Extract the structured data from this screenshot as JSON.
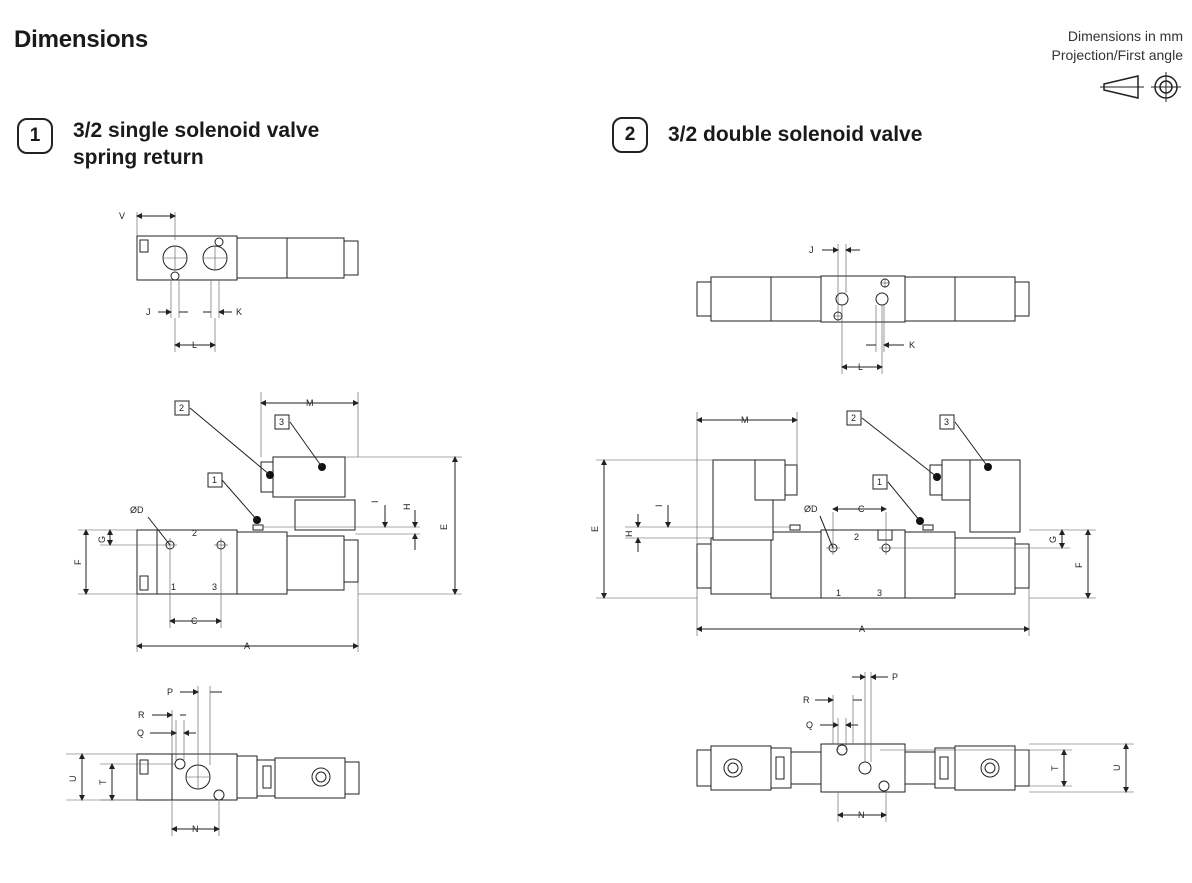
{
  "header": {
    "title": "Dimensions",
    "units_line1": "Dimensions in mm",
    "units_line2": "Projection/First angle"
  },
  "sections": [
    {
      "number": "1",
      "title_line1": "3/2 single solenoid valve",
      "title_line2": "spring return"
    },
    {
      "number": "2",
      "title_line1": "3/2 double solenoid valve"
    }
  ],
  "dimension_labels": {
    "A": "A",
    "C": "C",
    "D": "ØD",
    "E": "E",
    "F": "F",
    "G": "G",
    "H": "H",
    "I": "I",
    "J": "J",
    "K": "K",
    "L": "L",
    "M": "M",
    "N": "N",
    "P": "P",
    "Q": "Q",
    "R": "R",
    "T": "T",
    "U": "U",
    "V": "V"
  },
  "callouts": [
    "1",
    "2",
    "3"
  ],
  "port_labels": [
    "1",
    "2",
    "3"
  ],
  "icons": [
    "first-angle-projection-icon"
  ]
}
